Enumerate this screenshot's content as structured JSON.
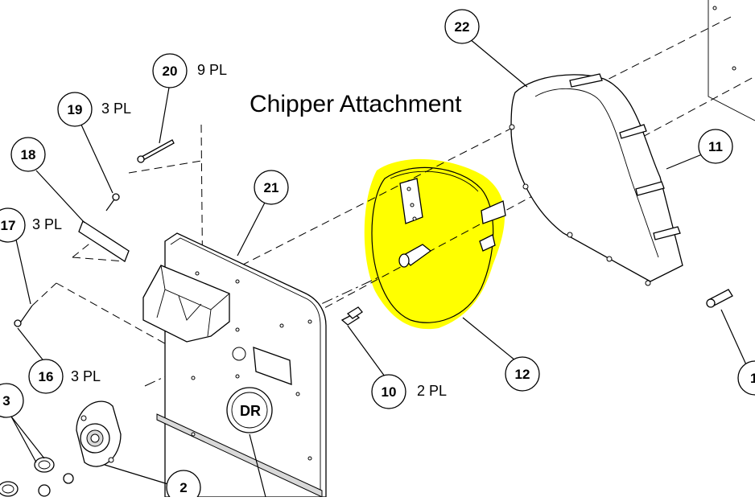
{
  "title": "Chipper Attachment",
  "highlight_color": "#ffff00",
  "callouts": [
    {
      "id": "c22",
      "number": "22",
      "qty": ""
    },
    {
      "id": "c20",
      "number": "20",
      "qty": "9 PL"
    },
    {
      "id": "c19",
      "number": "19",
      "qty": "3 PL"
    },
    {
      "id": "c18",
      "number": "18",
      "qty": ""
    },
    {
      "id": "c21",
      "number": "21",
      "qty": ""
    },
    {
      "id": "c11",
      "number": "11",
      "qty": ""
    },
    {
      "id": "c17",
      "number": "17",
      "qty": "3 PL"
    },
    {
      "id": "c16",
      "number": "16",
      "qty": "3 PL"
    },
    {
      "id": "c12",
      "number": "12",
      "qty": ""
    },
    {
      "id": "c10",
      "number": "10",
      "qty": "2 PL"
    },
    {
      "id": "c3",
      "number": "3",
      "qty": ""
    },
    {
      "id": "c2",
      "number": "2",
      "qty": ""
    },
    {
      "id": "c1",
      "number": "1",
      "qty": ""
    }
  ],
  "logo_text": "DR"
}
